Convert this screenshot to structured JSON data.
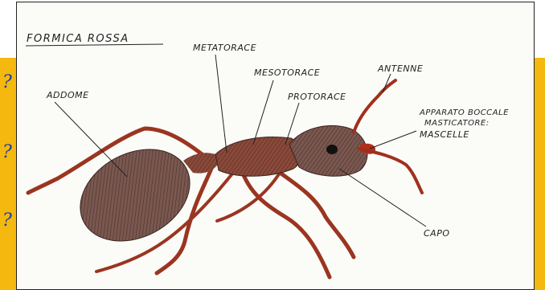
{
  "diagram": {
    "title": "FORMICA ROSSA",
    "labels": {
      "addome": "ADDOME",
      "metatorace": "METATORACE",
      "mesotorace": "MESOTORACE",
      "protorace": "PROTORACE",
      "antenne": "ANTENNE",
      "apparato_line1": "APPARATO BOCCALE",
      "apparato_line2": "MASTICATORE:",
      "mascelle": "MASCELLE",
      "capo": "CAPO"
    }
  },
  "side_marks": [
    "?",
    "?",
    "?"
  ],
  "colors": {
    "panel": "#f5b80f",
    "ink": "#222222",
    "body_dark": "#6b4a44",
    "body_red": "#a0301c",
    "leg_red": "#9a3520"
  }
}
